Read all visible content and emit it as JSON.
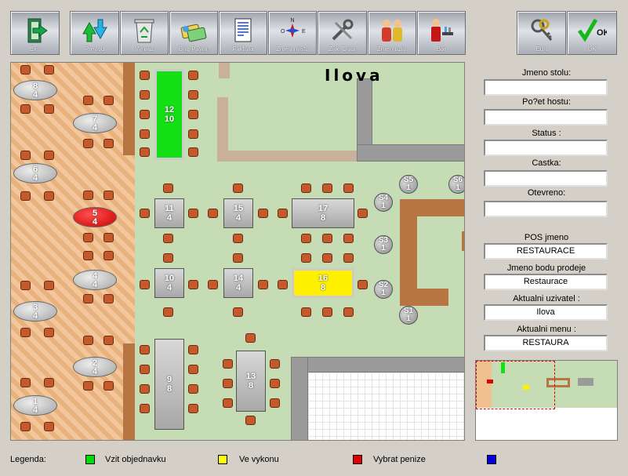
{
  "toolbar": {
    "exit": "Exit",
    "prevod": "Prevod",
    "vymaz": "Vymaz",
    "chg_paym": "Chg Paym.",
    "faktura": "Faktura",
    "zmen_misto": "Zmen misto",
    "zak_data": "Zak. Data",
    "zmen_uziv": "Zmen uziv.",
    "bar": "Bar",
    "edit": "Edit",
    "ok": "OK",
    "ok_icon_text": "OK"
  },
  "floor": {
    "name": "Ilova",
    "oval_tables": [
      {
        "id": "8",
        "guests": "4"
      },
      {
        "id": "7",
        "guests": "4"
      },
      {
        "id": "6",
        "guests": "4"
      },
      {
        "id": "5",
        "guests": "4"
      },
      {
        "id": "4",
        "guests": "4"
      },
      {
        "id": "3",
        "guests": "4"
      },
      {
        "id": "2",
        "guests": "4"
      },
      {
        "id": "1",
        "guests": "4"
      }
    ],
    "rect_tables": [
      {
        "id": "12",
        "guests": "10"
      },
      {
        "id": "11",
        "guests": "4"
      },
      {
        "id": "15",
        "guests": "4"
      },
      {
        "id": "17",
        "guests": "8"
      },
      {
        "id": "10",
        "guests": "4"
      },
      {
        "id": "14",
        "guests": "4"
      },
      {
        "id": "16",
        "guests": "8"
      },
      {
        "id": "9",
        "guests": "8"
      },
      {
        "id": "13",
        "guests": "8"
      }
    ],
    "stools": [
      {
        "id": "S5",
        "guests": "1"
      },
      {
        "id": "S6",
        "guests": "1"
      },
      {
        "id": "S4",
        "guests": "1"
      },
      {
        "id": "S3",
        "guests": "1"
      },
      {
        "id": "S2",
        "guests": "1"
      },
      {
        "id": "S1",
        "guests": "1"
      }
    ]
  },
  "panel": {
    "jmeno_stolu_label": "Jmeno stolu:",
    "jmeno_stolu_value": "",
    "pocet_hostu_label": "Po?et hostu:",
    "pocet_hostu_value": "",
    "status_label": "Status :",
    "status_value": "",
    "castka_label": "Castka:",
    "castka_value": "",
    "otevreno_label": "Otevreno:",
    "otevreno_value": "",
    "pos_jmeno_label": "POS jmeno",
    "pos_jmeno_value": "RESTAURACE",
    "jmeno_bodu_label": "Jmeno bodu prodeje",
    "jmeno_bodu_value": "Restaurace",
    "aktualni_uzivatel_label": "Aktualni uzivatel :",
    "aktualni_uzivatel_value": "Ilova",
    "aktualni_menu_label": "Aktualni menu :",
    "aktualni_menu_value": "RESTAURA"
  },
  "legend": {
    "label": "Legenda:",
    "items": [
      {
        "text": "Vzit objednavku",
        "color": "#00e000"
      },
      {
        "text": "Ve vykonu",
        "color": "#ffff00"
      },
      {
        "text": "Vybrat penize",
        "color": "#e00000"
      },
      {
        "text": "",
        "color": "#0000e0"
      }
    ]
  },
  "colors": {
    "floor_green": "#c6dcb4",
    "status_green": "#14e014",
    "status_yellow": "#fff000",
    "status_red": "#e00000"
  }
}
